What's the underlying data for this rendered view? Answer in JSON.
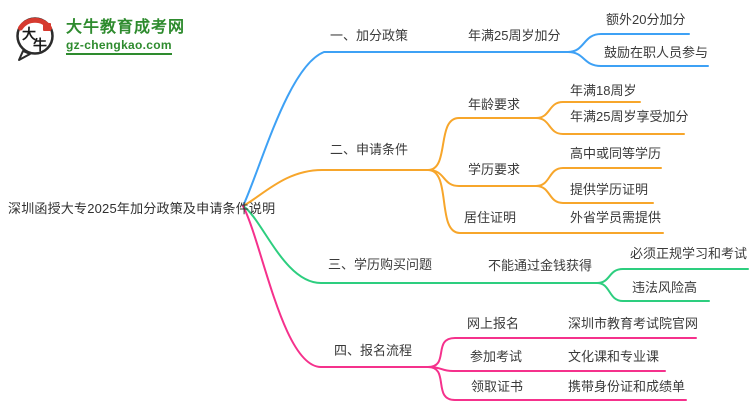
{
  "brand": {
    "name": "大牛教育成考网",
    "domain": "gz-chengkao.com",
    "logo_char1": "大",
    "logo_char2": "牛",
    "color": "#2e8b2e"
  },
  "mindmap": {
    "root": "深圳函授大专2025年加分政策及申请条件说明",
    "text_color": "#3a3a3a",
    "branches": [
      {
        "label": "一、加分政策",
        "color": "#3EA1F5",
        "children": [
          {
            "label": "年满25周岁加分",
            "children": [
              {
                "label": "额外20分加分"
              },
              {
                "label": "鼓励在职人员参与"
              }
            ]
          }
        ]
      },
      {
        "label": "二、申请条件",
        "color": "#F7A62B",
        "children": [
          {
            "label": "年龄要求",
            "children": [
              {
                "label": "年满18周岁"
              },
              {
                "label": "年满25周岁享受加分"
              }
            ]
          },
          {
            "label": "学历要求",
            "children": [
              {
                "label": "高中或同等学历"
              },
              {
                "label": "提供学历证明"
              }
            ]
          },
          {
            "label": "居住证明",
            "children": [
              {
                "label": "外省学员需提供"
              }
            ]
          }
        ]
      },
      {
        "label": "三、学历购买问题",
        "color": "#2DCE7F",
        "children": [
          {
            "label": "不能通过金钱获得",
            "children": [
              {
                "label": "必须正规学习和考试"
              },
              {
                "label": "违法风险高"
              }
            ]
          }
        ]
      },
      {
        "label": "四、报名流程",
        "color": "#F5318C",
        "children": [
          {
            "label": "网上报名",
            "children": [
              {
                "label": "深圳市教育考试院官网"
              }
            ]
          },
          {
            "label": "参加考试",
            "children": [
              {
                "label": "文化课和专业课"
              }
            ]
          },
          {
            "label": "领取证书",
            "children": [
              {
                "label": "携带身份证和成绩单"
              }
            ]
          }
        ]
      }
    ]
  }
}
